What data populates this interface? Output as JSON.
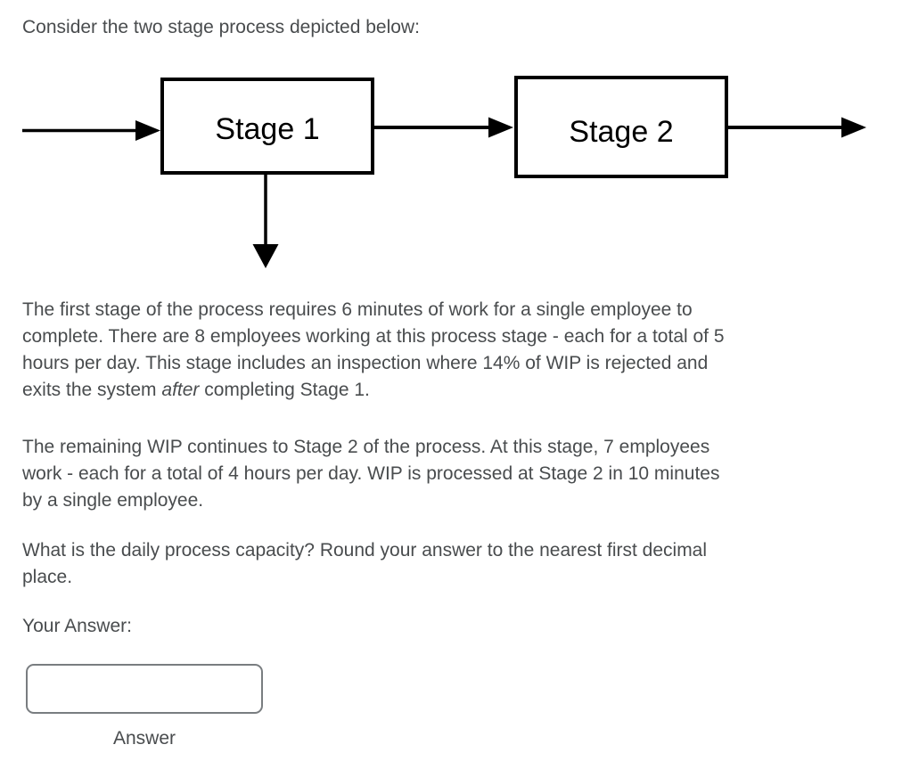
{
  "question": {
    "heading": "Consider the two stage process depicted below:",
    "paragraph1": {
      "lines": [
        "The first stage of the process requires 6 minutes of work for a single employee to",
        "complete. There are 8 employees working at this process stage - each for a total of 5",
        "hours per day. This stage includes an inspection where 14% of WIP is rejected and"
      ],
      "last_line": {
        "before": "exits the system ",
        "italic": "after",
        "after": " completing Stage 1."
      }
    },
    "paragraph2": {
      "lines": [
        "The remaining WIP continues to Stage 2 of the process. At this stage, 7 employees",
        "work - each for a total of 4 hours per day. WIP is processed at Stage 2 in 10 minutes",
        "by a single employee."
      ]
    },
    "paragraph3": {
      "lines": [
        "What is the daily process capacity? Round your answer to the nearest first decimal",
        "place."
      ]
    }
  },
  "diagram": {
    "stage1_label": "Stage 1",
    "stage2_label": "Stage 2"
  },
  "answer_section": {
    "prompt": "Your Answer:",
    "input_value": "",
    "label": "Answer"
  },
  "colors": {
    "body_text": "#494c4e",
    "diagram_stroke": "#000000",
    "input_border": "#797d80",
    "background": "#ffffff"
  }
}
